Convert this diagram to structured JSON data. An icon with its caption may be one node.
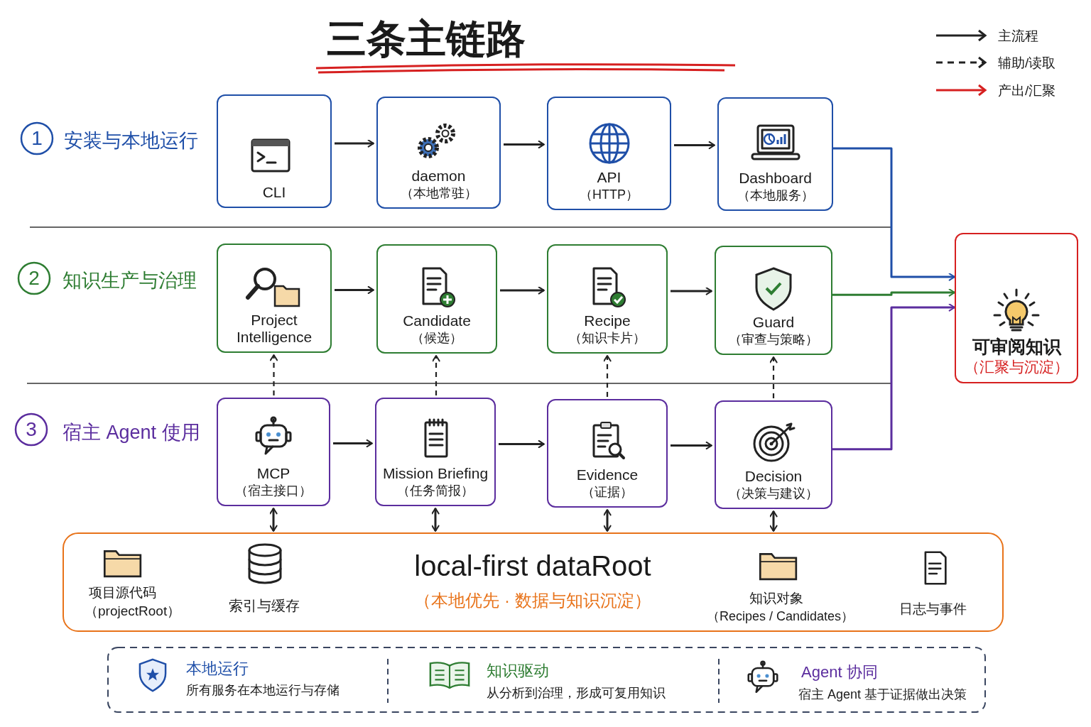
{
  "diagram": {
    "title": "三条主链路",
    "nodes": [
      {
        "text": [
          "CLI"
        ]
      },
      {
        "text": [
          "daemon",
          "（本地常驻）"
        ]
      },
      {
        "text": [
          "API",
          "（HTTP）"
        ]
      },
      {
        "text": [
          "Dashboard",
          "（本地服务）"
        ]
      },
      {
        "text": [
          "Project Intelligence"
        ]
      },
      {
        "text": [
          "Candidate",
          "（候选）"
        ]
      },
      {
        "text": [
          "Recipe",
          "（知识卡片）"
        ]
      },
      {
        "text": [
          "Guard",
          "（审查与策略）"
        ]
      },
      {
        "text": [
          "MCP",
          "（宿主接口）"
        ]
      },
      {
        "text": [
          "Mission Briefing",
          "（任务简报）"
        ]
      },
      {
        "text": [
          "Evidence",
          "（证据）"
        ]
      },
      {
        "text": [
          "Decision",
          "（决策与建议）"
        ]
      },
      {
        "text": [
          "可审阅知识",
          "（汇聚与沉淀）"
        ]
      },
      {
        "text": [
          "local-first dataRoot",
          "（本地优先 · 数据与知识沉淀）"
        ]
      }
    ],
    "edges": [
      {
        "from": 0,
        "to": 1,
        "arrow": "to"
      },
      {
        "from": 1,
        "to": 2,
        "arrow": "to"
      },
      {
        "from": 2,
        "to": 3,
        "arrow": "to"
      },
      {
        "from": 3,
        "to": 12,
        "arrow": "to",
        "color": "#1f4fa8"
      },
      {
        "from": 4,
        "to": 5,
        "arrow": "to"
      },
      {
        "from": 5,
        "to": 6,
        "arrow": "to"
      },
      {
        "from": 6,
        "to": 7,
        "arrow": "to"
      },
      {
        "from": 7,
        "to": 12,
        "arrow": "to",
        "color": "#2e7d32"
      },
      {
        "from": 8,
        "to": 9,
        "arrow": "to"
      },
      {
        "from": 9,
        "to": 10,
        "arrow": "to"
      },
      {
        "from": 10,
        "to": 11,
        "arrow": "to"
      },
      {
        "from": 11,
        "to": 12,
        "arrow": "to",
        "color": "#5b2d9e"
      },
      {
        "from": 8,
        "to": 4,
        "arrow": "to",
        "style": "dashed"
      },
      {
        "from": 9,
        "to": 5,
        "arrow": "to",
        "style": "dashed"
      },
      {
        "from": 10,
        "to": 6,
        "arrow": "to",
        "style": "dashed"
      },
      {
        "from": 11,
        "to": 7,
        "arrow": "to",
        "style": "dashed"
      },
      {
        "from": 8,
        "to": 13,
        "arrow": "both"
      },
      {
        "from": 9,
        "to": 13,
        "arrow": "both"
      },
      {
        "from": 10,
        "to": 13,
        "arrow": "both"
      },
      {
        "from": 11,
        "to": 13,
        "arrow": "both"
      }
    ],
    "labels": [
      "1",
      "安装与本地运行",
      "2",
      "知识生产与治理",
      "3",
      "宿主 Agent 使用",
      "项目源代码",
      "（projectRoot）",
      "索引与缓存",
      "知识对象",
      "（Recipes / Candidates）",
      "日志与事件",
      "本地运行",
      "所有服务在本地运行与存储",
      "知识驱动",
      "从分析到治理，形成可复用知识",
      "Agent 协同",
      "宿主 Agent 基于证据做出决策"
    ],
    "legend": [
      {
        "text": "主流程"
      },
      {
        "text": "辅助/读取"
      },
      {
        "text": "产出/汇聚"
      }
    ]
  }
}
